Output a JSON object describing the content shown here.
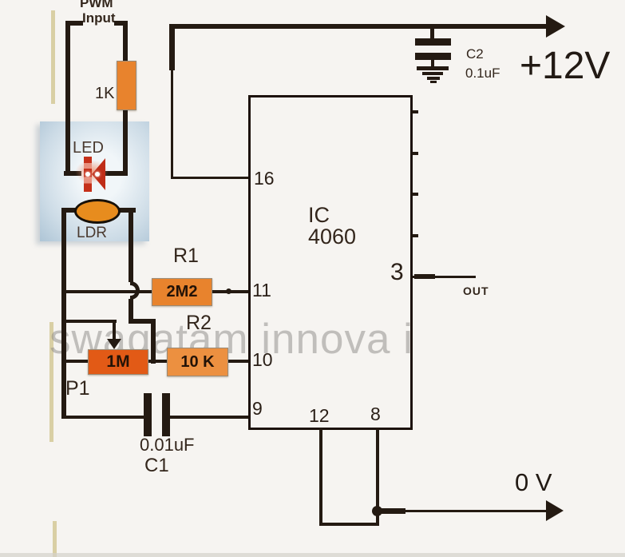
{
  "circuit": {
    "watermark": "swagatam innova i",
    "input": {
      "line1": "PWM",
      "line2": "Input"
    },
    "rails": {
      "positive": "+12V",
      "zero": "0 V"
    },
    "components": {
      "r_input": {
        "value": "1K"
      },
      "opto": {
        "led_label": "LED",
        "ldr_label": "LDR"
      },
      "r1": {
        "ref": "R1",
        "value": "2M2"
      },
      "r2": {
        "ref": "R2",
        "value": "10 K"
      },
      "p1": {
        "ref": "P1",
        "value": "1M"
      },
      "c1": {
        "ref": "C1",
        "value": "0.01uF"
      },
      "c2": {
        "ref": "C2",
        "value": "0.1uF"
      },
      "ic": {
        "name": "IC",
        "part": "4060",
        "out_label": "OUT",
        "pins": {
          "p16": "16",
          "p11": "11",
          "p10": "10",
          "p9": "9",
          "p12": "12",
          "p8": "8",
          "p3": "3"
        }
      }
    },
    "colors": {
      "wire": "#241a12",
      "resistor_orange": "#e8832d",
      "resistor_light": "#ec9040",
      "pot_orange": "#e25a16",
      "ldr_orange": "#e78c1e",
      "led_red": "#c62b17",
      "opto_box_blue": "#b7ccdb",
      "watermark_gray": "#8c8986",
      "tan_line": "#d9cfa4"
    }
  }
}
